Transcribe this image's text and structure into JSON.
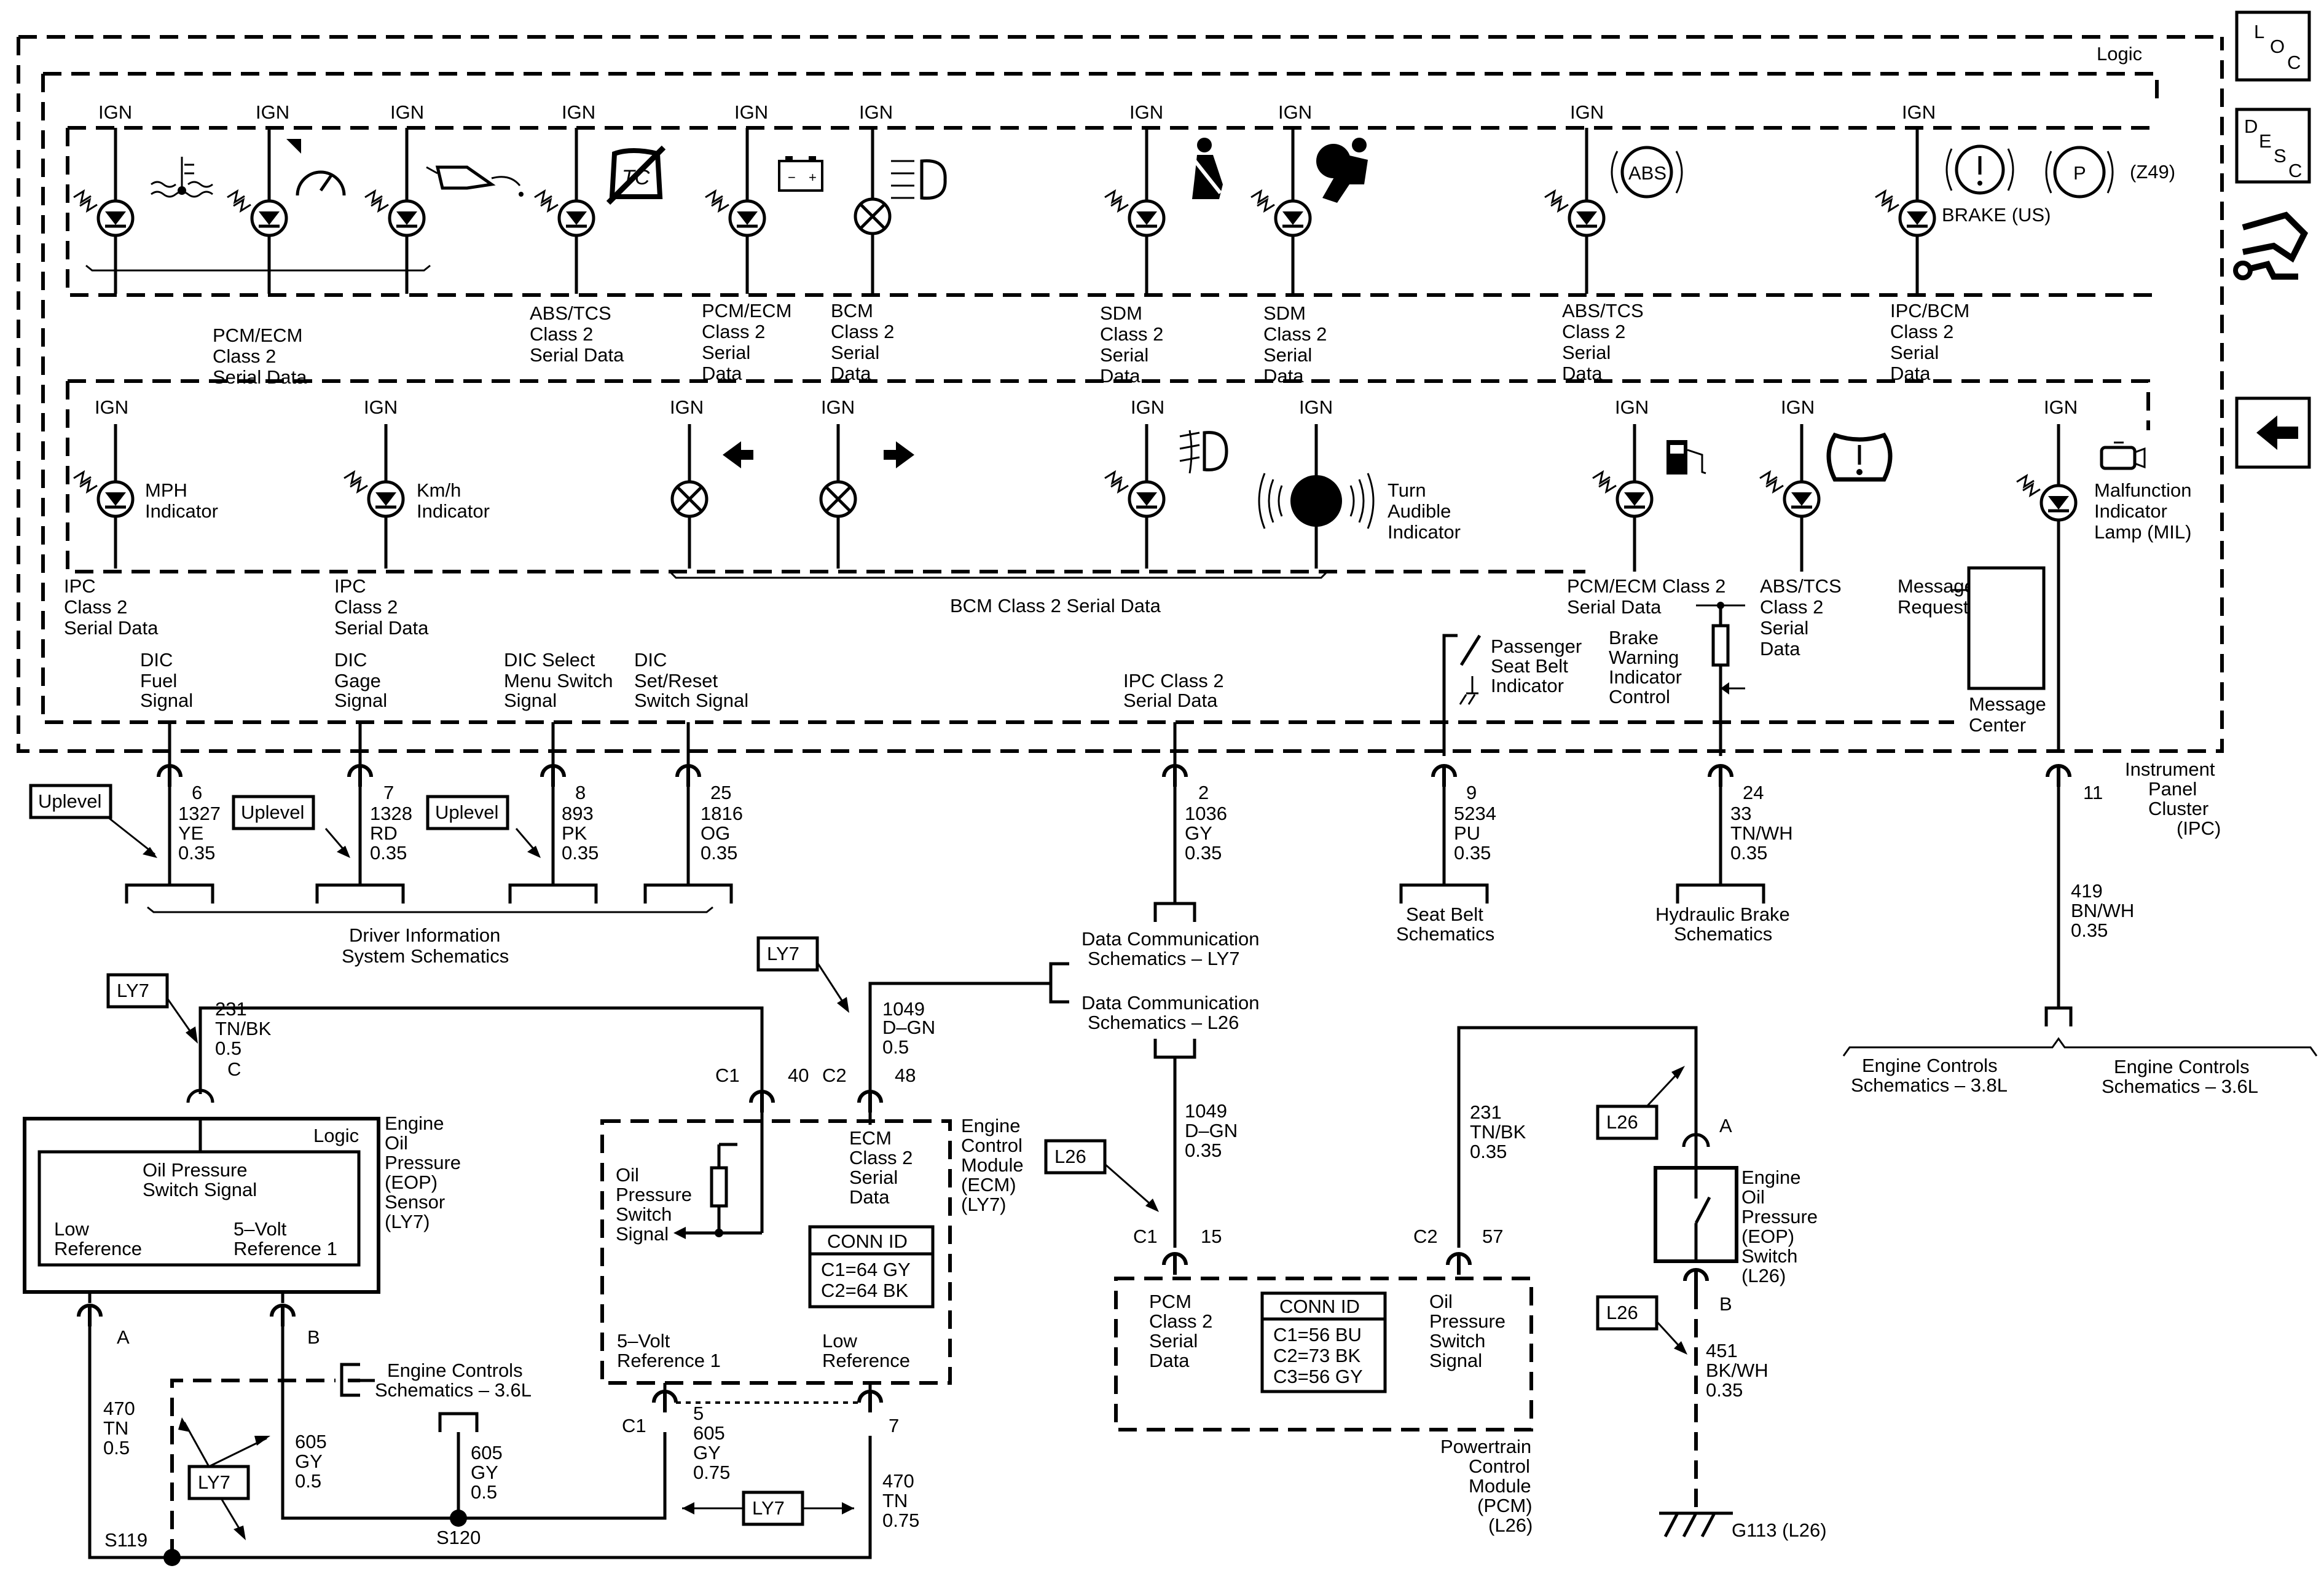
{
  "nav": {
    "loc": [
      "L",
      "O",
      "C"
    ],
    "desc": [
      "D",
      "E",
      "S",
      "C"
    ]
  },
  "ipc": {
    "logic": "Logic",
    "name": [
      "Instrument",
      "Panel",
      "Cluster",
      "(IPC)"
    ],
    "ign": "IGN",
    "row1_groups": [
      [
        "PCM/ECM",
        "Class 2",
        "Serial Data"
      ],
      [
        "ABS/TCS",
        "Class 2",
        "Serial Data"
      ],
      [
        "PCM/ECM",
        "Class 2",
        "Serial",
        "Data"
      ],
      [
        "BCM",
        "Class 2",
        "Serial",
        "Data"
      ],
      [
        "SDM",
        "Class 2",
        "Serial",
        "Data"
      ],
      [
        "SDM",
        "Class 2",
        "Serial",
        "Data"
      ],
      [
        "ABS/TCS",
        "Class 2",
        "Serial",
        "Data"
      ],
      [
        "IPC/BCM",
        "Class 2",
        "Serial",
        "Data"
      ]
    ],
    "abs_symbol": "ABS",
    "tc_symbol": "TC",
    "brake_p_symbol": "P",
    "z49": "(Z49)",
    "brake_us": "BRAKE (US)",
    "mph": [
      "MPH",
      "Indicator"
    ],
    "kmh": [
      "Km/h",
      "Indicator"
    ],
    "turn_audible": [
      "Turn",
      "Audible",
      "Indicator"
    ],
    "mil": [
      "Malfunction",
      "Indicator",
      "Lamp (MIL)"
    ],
    "ipc_c2_a": [
      "IPC",
      "Class 2",
      "Serial Data"
    ],
    "ipc_c2_b": [
      "IPC",
      "Class 2",
      "Serial Data"
    ],
    "bcm_c2": "BCM Class 2 Serial Data",
    "pcm_c2": [
      "PCM/ECM Class 2",
      "Serial Data"
    ],
    "abs_c2": [
      "ABS/TCS",
      "Class 2",
      "Serial",
      "Data"
    ],
    "message_request": [
      "Message",
      "Request"
    ],
    "message_center": [
      "Message",
      "Center"
    ],
    "brake_warning": [
      "Brake",
      "Warning",
      "Indicator",
      "Control"
    ],
    "pass_seat": [
      "Passenger",
      "Seat Belt",
      "Indicator"
    ],
    "ipc_c2_serial": [
      "IPC Class 2",
      "Serial Data"
    ],
    "dic": [
      [
        "DIC",
        "Fuel",
        "Signal"
      ],
      [
        "DIC",
        "Gage",
        "Signal"
      ],
      [
        "DIC Select",
        "Menu Switch",
        "Signal"
      ],
      [
        "DIC",
        "Set/Reset",
        "Switch Signal"
      ]
    ]
  },
  "pins": [
    {
      "pin": "6",
      "ckt": "1327",
      "color": "YE",
      "size": "0.35"
    },
    {
      "pin": "7",
      "ckt": "1328",
      "color": "RD",
      "size": "0.35"
    },
    {
      "pin": "8",
      "ckt": "893",
      "color": "PK",
      "size": "0.35"
    },
    {
      "pin": "25",
      "ckt": "1816",
      "color": "OG",
      "size": "0.35"
    },
    {
      "pin": "2",
      "ckt": "1036",
      "color": "GY",
      "size": "0.35"
    },
    {
      "pin": "9",
      "ckt": "5234",
      "color": "PU",
      "size": "0.35"
    },
    {
      "pin": "24",
      "ckt": "33",
      "color": "TN/WH",
      "size": "0.35"
    },
    {
      "pin": "11",
      "ckt": "419",
      "color": "BN/WH",
      "size": "0.35"
    }
  ],
  "options": {
    "uplevel": "Uplevel",
    "ly7": "LY7",
    "l26": "L26"
  },
  "refs": {
    "dis": [
      "Driver Information",
      "System Schematics"
    ],
    "dc_ly7": [
      "Data Communication",
      "Schematics – LY7"
    ],
    "dc_l26": [
      "Data Communication",
      "Schematics – L26"
    ],
    "seat_belt": [
      "Seat Belt",
      "Schematics"
    ],
    "hyd_brake": [
      "Hydraulic Brake",
      "Schematics"
    ],
    "ec_38": [
      "Engine Controls",
      "Schematics – 3.8L"
    ],
    "ec_36": [
      "Engine Controls",
      "Schematics – 3.6L"
    ],
    "ec_36b": [
      "Engine Controls",
      "Schematics – 3.6L"
    ]
  },
  "eop_sensor": {
    "name": [
      "Engine",
      "Oil",
      "Pressure",
      "(EOP)",
      "Sensor",
      "(LY7)"
    ],
    "logic": "Logic",
    "signal": [
      "Oil Pressure",
      "Switch Signal"
    ],
    "low": [
      "Low",
      "Reference"
    ],
    "five_v": [
      "5–Volt",
      "Reference 1"
    ],
    "pin_c": "C",
    "pin_a": "A",
    "pin_b": "B"
  },
  "wires": {
    "w231a": [
      "231",
      "TN/BK",
      "0.5"
    ],
    "w1049a": [
      "1049",
      "D–GN",
      "0.5"
    ],
    "w1049b": [
      "1049",
      "D–GN",
      "0.35"
    ],
    "w231b": [
      "231",
      "TN/BK",
      "0.35"
    ],
    "w470a": [
      "470",
      "TN",
      "0.5"
    ],
    "w605a": [
      "605",
      "GY",
      "0.5"
    ],
    "w605b": [
      "605",
      "GY",
      "0.5"
    ],
    "w605c": [
      "605",
      "GY",
      "0.75"
    ],
    "w470b": [
      "470",
      "TN",
      "0.75"
    ],
    "w451": [
      "451",
      "BK/WH",
      "0.35"
    ]
  },
  "splices": {
    "s119": "S119",
    "s120": "S120"
  },
  "ecm": {
    "name": [
      "Engine",
      "Control",
      "Module",
      "(ECM)",
      "(LY7)"
    ],
    "c1": "C1",
    "p40": "40",
    "c2": "C2",
    "p48": "48",
    "c1b": "C1",
    "p5": "5",
    "p7": "7",
    "oil": [
      "Oil",
      "Pressure",
      "Switch",
      "Signal"
    ],
    "class2": [
      "ECM",
      "Class 2",
      "Serial",
      "Data"
    ],
    "five_v": [
      "5–Volt",
      "Reference 1"
    ],
    "low": [
      "Low",
      "Reference"
    ],
    "conn_title": "CONN ID",
    "conn": [
      "C1=64 GY",
      "C2=64 BK"
    ]
  },
  "pcm": {
    "name": [
      "Powertrain",
      "Control",
      "Module",
      "(PCM)",
      "(L26)"
    ],
    "c1": "C1",
    "p15": "15",
    "c2": "C2",
    "p57": "57",
    "class2": [
      "PCM",
      "Class 2",
      "Serial",
      "Data"
    ],
    "oil": [
      "Oil",
      "Pressure",
      "Switch",
      "Signal"
    ],
    "conn_title": "CONN ID",
    "conn": [
      "C1=56 BU",
      "C2=73 BK",
      "C3=56 GY"
    ]
  },
  "eop_switch": {
    "name": [
      "Engine",
      "Oil",
      "Pressure",
      "(EOP)",
      "Switch",
      "(L26)"
    ],
    "pin_a": "A",
    "pin_b": "B",
    "ground": "G113 (L26)"
  }
}
